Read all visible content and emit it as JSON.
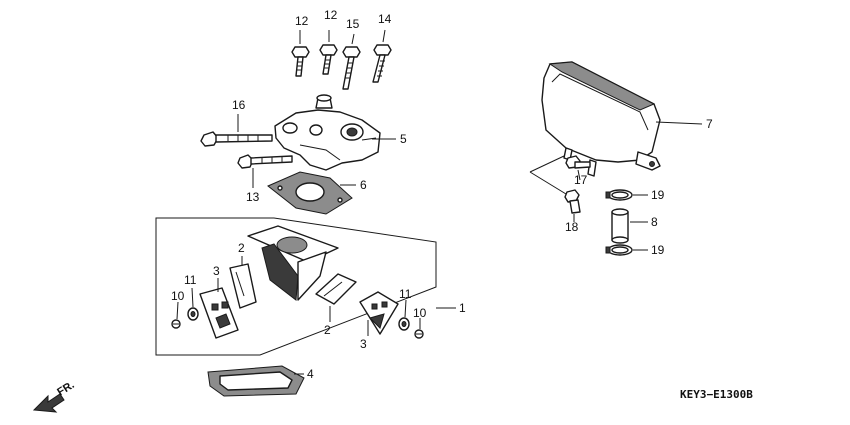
{
  "callouts": {
    "c1": "1",
    "c2a": "2",
    "c2b": "2",
    "c3a": "3",
    "c3b": "3",
    "c4": "4",
    "c5": "5",
    "c6": "6",
    "c7": "7",
    "c8": "8",
    "c10a": "10",
    "c10b": "10",
    "c11a": "11",
    "c11b": "11",
    "c12a": "12",
    "c12b": "12",
    "c13": "13",
    "c14": "14",
    "c15": "15",
    "c16": "16",
    "c17": "17",
    "c18": "18",
    "c19a": "19",
    "c19b": "19"
  },
  "direction_label": "FR.",
  "diagram_code": "KEY3−E1300B"
}
